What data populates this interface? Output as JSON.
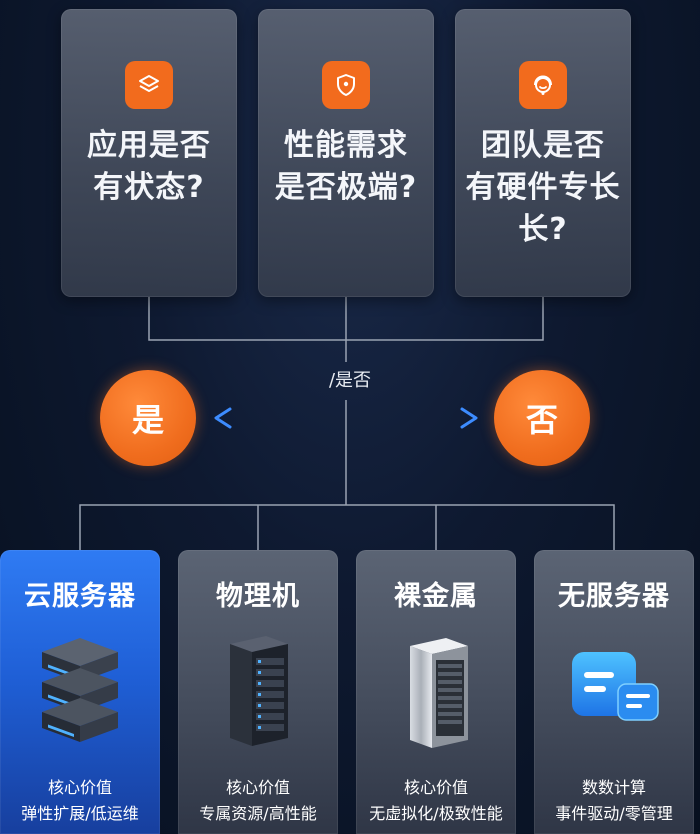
{
  "questions": [
    {
      "text": "应用是否\n有状态?",
      "icon": "layers-icon"
    },
    {
      "text": "性能需求\n是否极端?",
      "icon": "shield-icon"
    },
    {
      "text": "团队是否\n有硬件专长\n长?",
      "icon": "support-agent-icon"
    }
  ],
  "decision": {
    "mid_label": "/是否",
    "yes_label": "是",
    "no_label": "否",
    "arrow": "double-arrow"
  },
  "options": [
    {
      "title": "云服务器",
      "value_title": "核心价值",
      "value_desc": "弹性扩展/低运维",
      "illustration": "server-stack-icon",
      "active": true
    },
    {
      "title": "物理机",
      "value_title": "核心价值",
      "value_desc": "专属资源/高性能",
      "illustration": "server-rack-icon",
      "active": false
    },
    {
      "title": "裸金属",
      "value_title": "核心价值",
      "value_desc": "无虚拟化/极致性能",
      "illustration": "metal-server-icon",
      "active": false
    },
    {
      "title": "无服务器",
      "value_title": "数数计算",
      "value_desc": "事件驱动/零管理",
      "illustration": "serverless-cube-icon",
      "active": false
    }
  ],
  "colors": {
    "accent_orange": "#f26b1d",
    "active_blue": "#2f7bf3",
    "arrow_blue": "#2f7bf3",
    "background": "#0e1930"
  }
}
